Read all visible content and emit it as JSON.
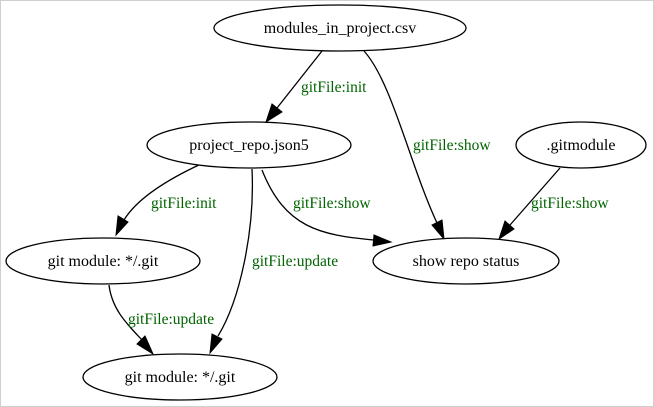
{
  "colors": {
    "edge_label": "#006400",
    "node_stroke": "#000000",
    "background": "#ffffff"
  },
  "nodes": {
    "modules_csv": "modules_in_project.csv",
    "project_repo": "project_repo.json5",
    "gitmodule": ".gitmodule",
    "git_module_a": "git module: */.git",
    "show_repo_status": "show repo status",
    "git_module_b": "git module: */.git"
  },
  "edges": {
    "csv_to_repo": "gitFile:init",
    "csv_to_status": "gitFile:show",
    "repo_to_module_a": "gitFile:init",
    "repo_to_status": "gitFile:show",
    "gitmodule_to_status": "gitFile:show",
    "repo_to_module_b": "gitFile:update",
    "module_a_to_module_b": "gitFile:update"
  }
}
